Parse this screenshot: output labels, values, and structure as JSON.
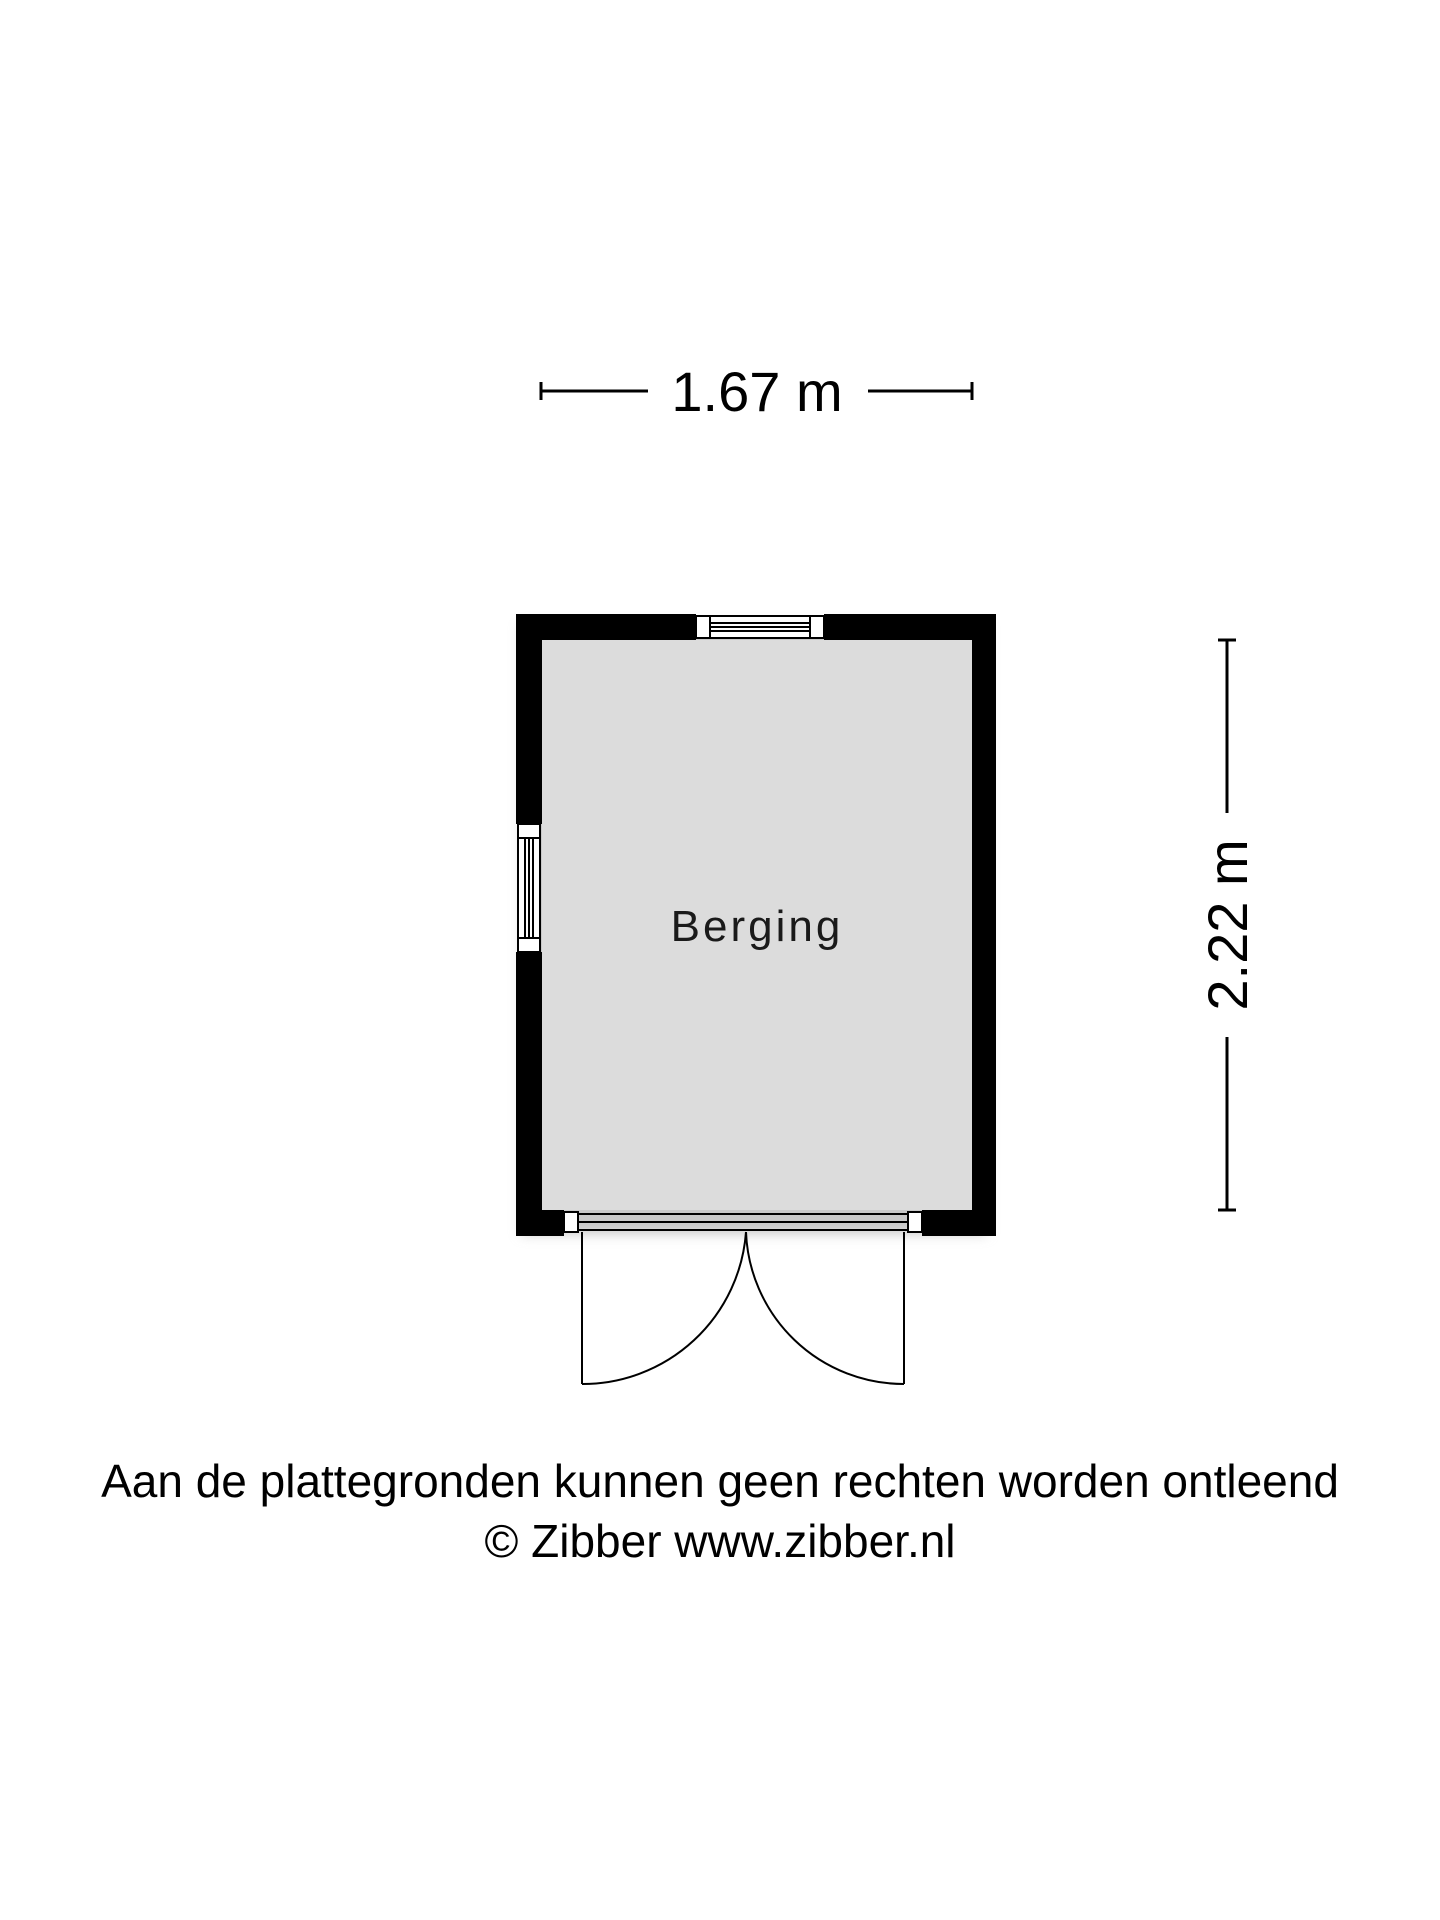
{
  "floorplan": {
    "width_label": "1.67 m",
    "height_label": "2.22 m",
    "room_label": "Berging"
  },
  "footer": {
    "disclaimer": "Aan de plattegronden kunnen geen rechten worden ontleend",
    "copyright": "© Zibber www.zibber.nl"
  },
  "colors": {
    "wall": "#000000",
    "floor": "#dcdcdc",
    "background": "#ffffff"
  }
}
